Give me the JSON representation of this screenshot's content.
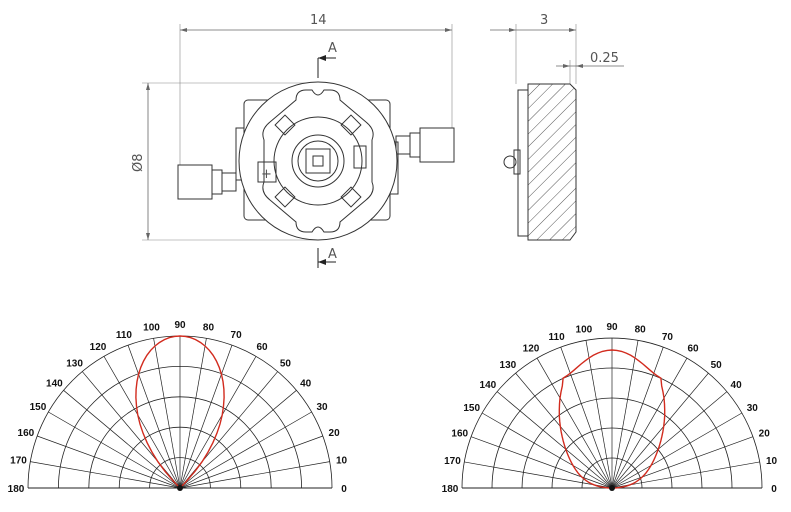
{
  "drawing": {
    "front_view": {
      "width_dimension": "14",
      "diameter_dimension": "Ø8",
      "section_marker": "A",
      "polarity_mark": "+"
    },
    "side_view": {
      "thickness_dimension": "3",
      "lens_offset_dimension": "0.25"
    }
  },
  "polar_plots": {
    "line_color": "#d22b1e",
    "angle_labels": [
      "0",
      "10",
      "20",
      "30",
      "40",
      "50",
      "60",
      "70",
      "80",
      "90",
      "100",
      "110",
      "120",
      "130",
      "140",
      "150",
      "160",
      "170",
      "180"
    ],
    "plots": [
      {
        "pattern": "narrow"
      },
      {
        "pattern": "wide"
      }
    ]
  }
}
